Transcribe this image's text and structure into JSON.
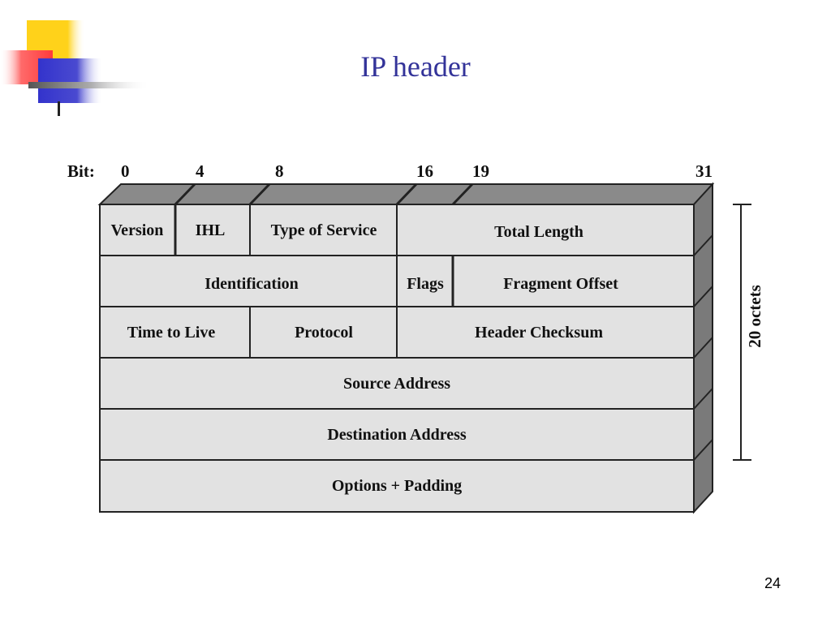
{
  "slide": {
    "title": "IP header",
    "page_number": "24"
  },
  "diagram": {
    "bit_prefix": "Bit:",
    "bit_labels": [
      "0",
      "4",
      "8",
      "16",
      "19",
      "31"
    ],
    "side_label": "20 octets",
    "fields": {
      "version": "Version",
      "ihl": "IHL",
      "type_of_service": "Type of Service",
      "total_length": "Total Length",
      "identification": "Identification",
      "flags": "Flags",
      "fragment_offset": "Fragment Offset",
      "time_to_live": "Time to Live",
      "protocol": "Protocol",
      "header_checksum": "Header Checksum",
      "source_address": "Source Address",
      "destination_address": "Destination Address",
      "options_padding": "Options + Padding"
    },
    "colors": {
      "cell_fill": "#e2e2e2",
      "top_face": "#8a8a8a",
      "side_face": "#7a7a7a",
      "line": "#222222"
    }
  },
  "decoration": {
    "colors": {
      "yellow": "#ffd21a",
      "red": "#ff4040",
      "blue": "#3333cc",
      "gray": "#666666"
    }
  }
}
